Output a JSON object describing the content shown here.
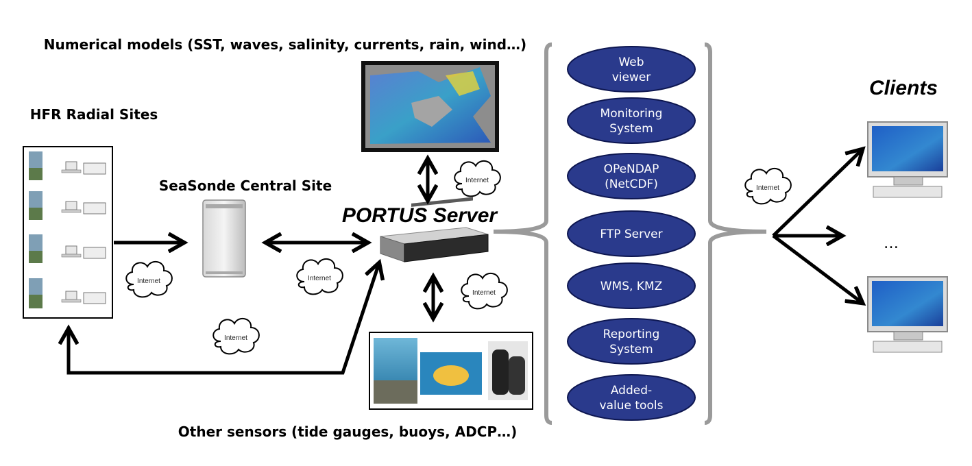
{
  "labels": {
    "numerical_models": "Numerical models (SST, waves, salinity, currents, rain, wind…)",
    "hfr_sites": "HFR Radial Sites",
    "seasonde": "SeaSonde Central Site",
    "portus": "PORTUS Server",
    "other_sensors": "Other sensors (tide gauges, buoys, ADCP…)",
    "clients": "Clients",
    "ellipsis": "…"
  },
  "services": [
    {
      "line1": "Web",
      "line2": "viewer"
    },
    {
      "line1": "Monitoring",
      "line2": "System"
    },
    {
      "line1": "OPeNDAP",
      "line2": "(NetCDF)"
    },
    {
      "line1": "FTP Server",
      "line2": ""
    },
    {
      "line1": "WMS, KMZ",
      "line2": ""
    },
    {
      "line1": "Reporting",
      "line2": "System"
    },
    {
      "line1": "Added-",
      "line2": "value tools"
    }
  ],
  "clouds": {
    "label": "Internet"
  },
  "colors": {
    "oval_fill": "#2a3a8c",
    "oval_stroke": "#0d1650",
    "brace": "#9a9a9a",
    "arrow": "#000000"
  }
}
